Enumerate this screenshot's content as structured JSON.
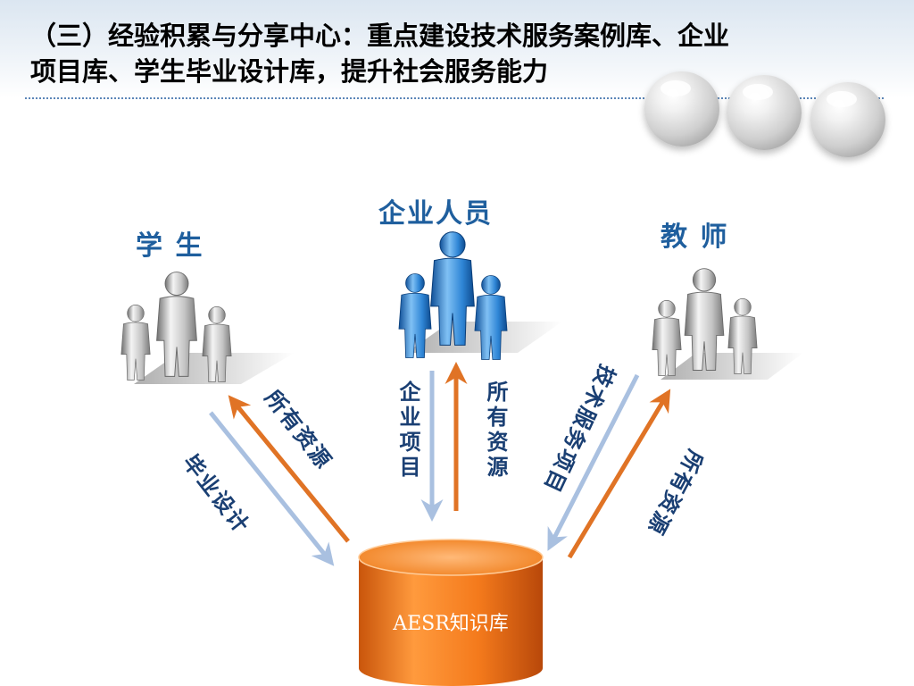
{
  "title": {
    "line1": "（三）经验积累与分享中心：重点建设技术服务案例库、企业",
    "line2": "项目库、学生毕业设计库，提升社会服务能力"
  },
  "groups": {
    "student": "学  生",
    "enterprise": "企业人员",
    "teacher": "教  师"
  },
  "flows": {
    "student_up": "所有资源",
    "student_down": "毕业设计",
    "enterprise_down": "企业项目",
    "enterprise_up": "所有资源",
    "teacher_down": "技术服务项目",
    "teacher_up": "所有资源"
  },
  "database": {
    "label": "AESR知识库"
  },
  "colors": {
    "up_arrow": "#e07325",
    "down_arrow": "#a9c0e0",
    "label_blue": "#1a3f73",
    "group_blue": "#1f5f9e",
    "cylinder": "#f07a1f",
    "enterprise_people": "#2c7fd0",
    "other_people": "#9a9a9a"
  },
  "icons": {
    "student": "people-group-gray-icon",
    "enterprise": "people-group-blue-icon",
    "teacher": "people-group-gray-icon",
    "spheres": "glass-sphere-icon",
    "database": "database-cylinder-icon"
  }
}
